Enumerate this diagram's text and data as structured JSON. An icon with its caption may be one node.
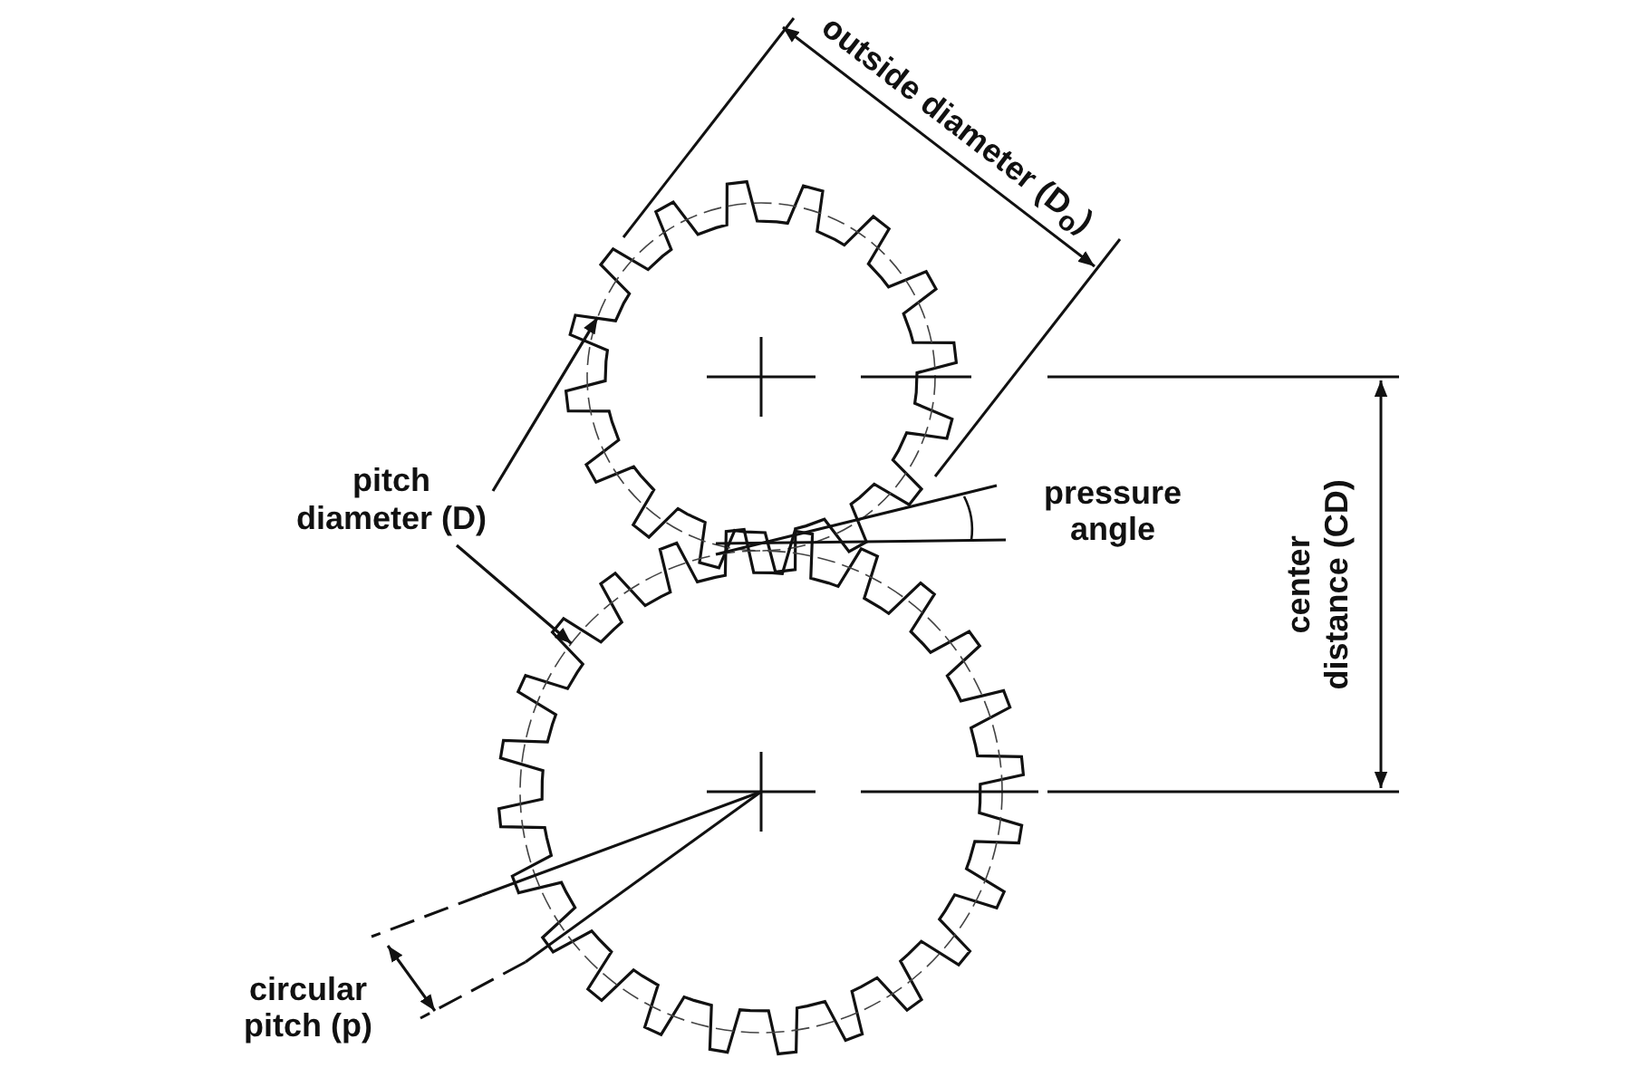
{
  "diagram": {
    "nodes": [
      {
        "text": [
          "pitch diameter (D)"
        ]
      },
      {
        "text": [],
        "shape": "picture"
      },
      {
        "text": [],
        "shape": "picture"
      }
    ],
    "edges": [
      {
        "from": 0,
        "to": 1,
        "arrow": "to"
      },
      {
        "from": 0,
        "to": 2,
        "arrow": "to"
      }
    ],
    "labels": [
      "outside diameter (D$_{o}$)",
      "pressure angle",
      "center distance (CD)",
      "circular pitch (p)"
    ]
  }
}
